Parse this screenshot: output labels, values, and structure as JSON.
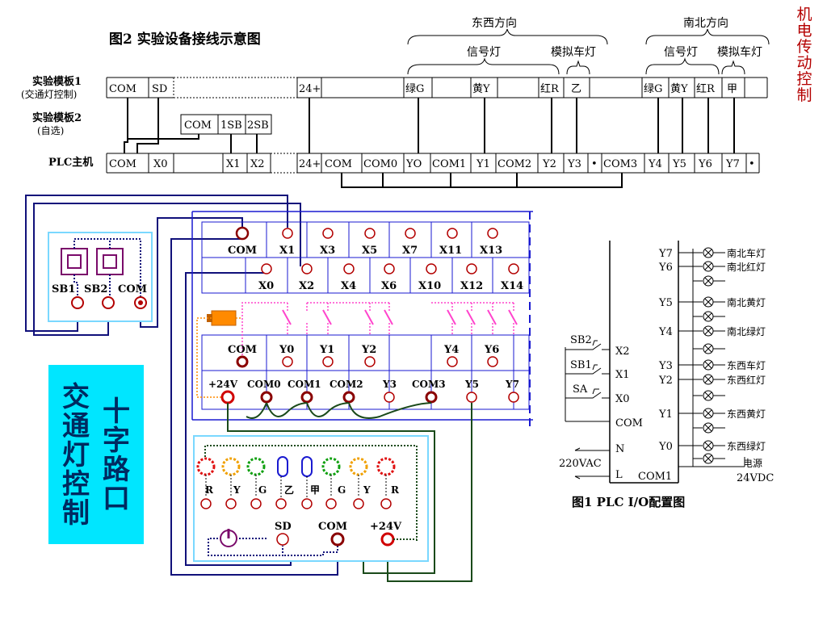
{
  "top": {
    "title": "图2  实验设备接线示意图",
    "dir_ew": "东西方向",
    "dir_ns": "南北方向",
    "signal_light": "信号灯",
    "sim_car_light": "模拟车灯",
    "row_labels": {
      "board1": "实验模板1",
      "board1_sub": "(交通灯控制)",
      "board2": "实验模板2",
      "board2_sub": "(自选)",
      "plc": "PLC主机"
    },
    "board1_cells": [
      "COM",
      "SD",
      "24+",
      "绿G",
      "黄Y",
      "红R",
      "乙",
      "绿G",
      "黄Y",
      "红R",
      "甲"
    ],
    "board2_cells": [
      "COM",
      "1SB",
      "2SB"
    ],
    "plc_cells": [
      "COM",
      "X0",
      "X1",
      "X2",
      "24+",
      "COM",
      "COM0",
      "YO",
      "COM1",
      "Y1",
      "COM2",
      "Y2",
      "Y3",
      "•",
      "COM3",
      "Y4",
      "Y5",
      "Y6",
      "Y7",
      "•"
    ]
  },
  "side_title": [
    "机",
    "电",
    "传",
    "动",
    "控",
    "制"
  ],
  "panel": {
    "label": [
      "交通灯控制",
      "十字路口"
    ]
  },
  "sb_box": {
    "labels": [
      "SB1",
      "SB2",
      "COM"
    ]
  },
  "terminals": {
    "row1": [
      "COM",
      "X1",
      "X3",
      "X5",
      "X7",
      "X11",
      "X13"
    ],
    "row2": [
      "X0",
      "X2",
      "X4",
      "X6",
      "X10",
      "X12",
      "X14"
    ],
    "row3": [
      "COM",
      "Y0",
      "Y1",
      "Y2",
      "Y4",
      "Y6"
    ],
    "row4": [
      "+24V",
      "COM0",
      "COM1",
      "COM2",
      "Y3",
      "COM3",
      "Y5",
      "Y7"
    ]
  },
  "traffic": {
    "lamps": [
      "R",
      "Y",
      "G",
      "乙",
      "甲",
      "G",
      "Y",
      "R"
    ],
    "sd": "SD",
    "com": "COM",
    "v24": "+24V"
  },
  "fig1": {
    "caption": "图1   PLC  I/O配置图",
    "outputs": [
      {
        "y": "Y7",
        "name": "南北车灯"
      },
      {
        "y": "Y6",
        "name": "南北红灯"
      },
      {
        "y": "Y5",
        "name": "南北黄灯"
      },
      {
        "y": "Y4",
        "name": "南北绿灯"
      },
      {
        "y": "Y3",
        "name": "东西车灯"
      },
      {
        "y": "Y2",
        "name": "东西红灯"
      },
      {
        "y": "Y1",
        "name": "东西黄灯"
      },
      {
        "y": "Y0",
        "name": "东西绿灯"
      }
    ],
    "inputs": [
      "X2",
      "X1",
      "X0",
      "COM"
    ],
    "switches": [
      "SB2",
      "SB1",
      "SA"
    ],
    "power_in": [
      "N",
      "220VAC",
      "L"
    ],
    "com1": "COM1",
    "supply_label": "电源",
    "supply_v": "24VDC"
  },
  "colors": {
    "side_red": "#b40000",
    "cyan": "#00e6ff",
    "navy": "#10107a",
    "green": "#1a4a1a",
    "red_terminal": "#d00000",
    "pink_dotted": "#ff44cc",
    "orange": "#ff8a00"
  }
}
